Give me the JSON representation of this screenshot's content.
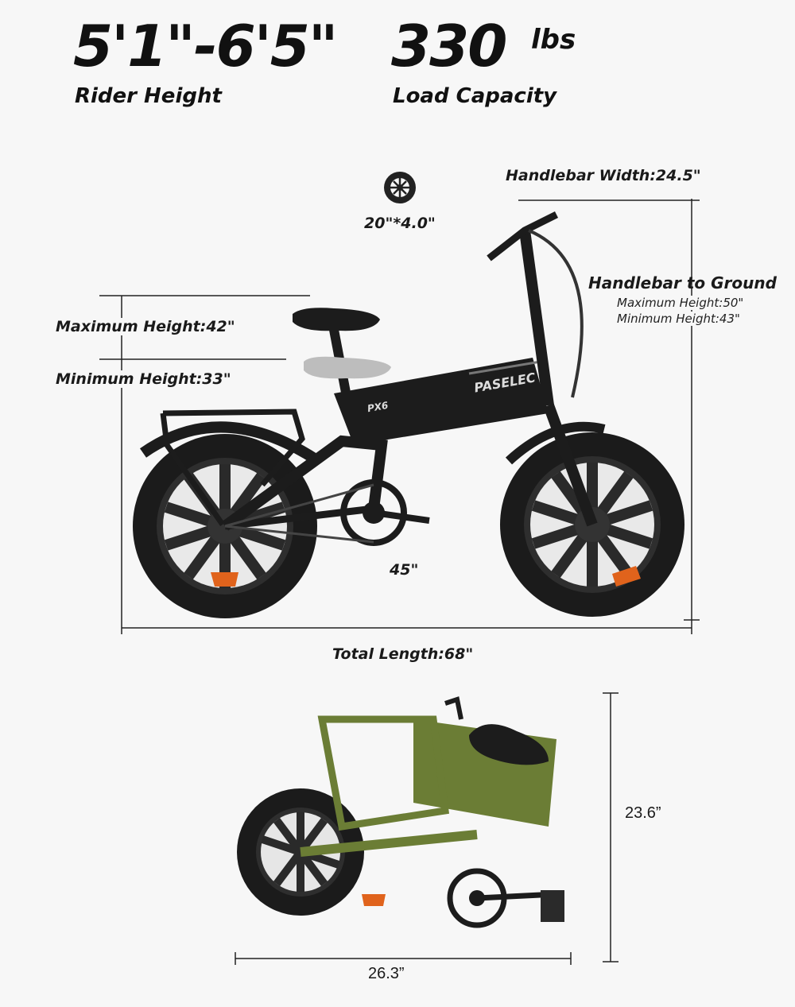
{
  "rider_height": {
    "value": "5'1\"-6'5\"",
    "label": "Rider Height"
  },
  "load_capacity": {
    "value": "330",
    "unit": "lbs",
    "label": "Load Capacity"
  },
  "tire_size": "20\"*4.0\"",
  "handlebar_width": "Handlebar Width:24.5\"",
  "handlebar_to_ground": {
    "title": "Handlebar to Ground",
    "max": "Maximum Height:50\"",
    "min": "Minimum Height:43\""
  },
  "seat": {
    "max": "Maximum Height:42\"",
    "min": "Minimum Height:33\""
  },
  "frame_text": {
    "brand": "PASELEC",
    "model": "PX6"
  },
  "wheelbase": "45\"",
  "total_length": "Total Length:68\"",
  "folded": {
    "height": "23.6”",
    "length": "26.3”"
  },
  "colors": {
    "bike_black": "#1c1c1c",
    "bike_green": "#6b7d35",
    "orange_accent": "#e0631c",
    "text": "#111111"
  }
}
